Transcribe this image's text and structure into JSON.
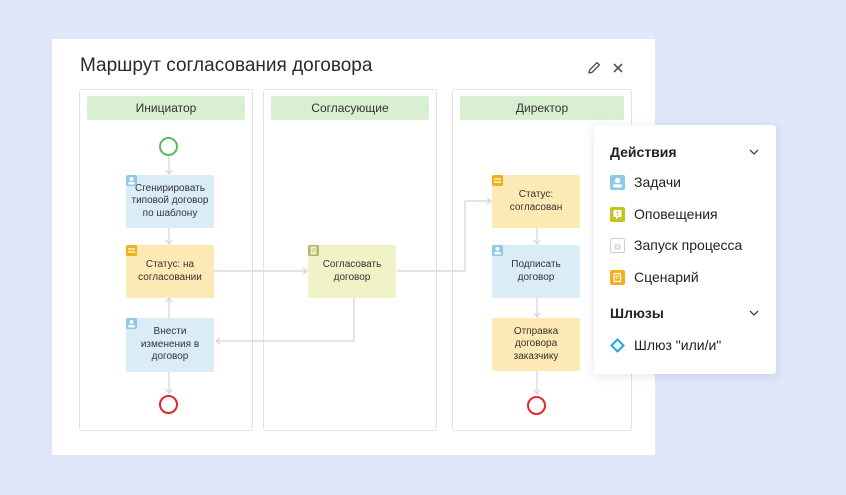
{
  "card": {
    "title": "Маршрут согласования договора",
    "edit_icon": "pencil-icon",
    "close_icon": "close-icon"
  },
  "lanes": [
    {
      "label": "Инициатор"
    },
    {
      "label": "Согласующие"
    },
    {
      "label": "Директор"
    }
  ],
  "nodes": {
    "generate": {
      "text": "Сгенирировать типовой договор по шаблону",
      "icon": "user-icon",
      "type": "task"
    },
    "status_pending": {
      "text": "Статус: на согласовании",
      "icon": "status-icon",
      "type": "status"
    },
    "make_changes": {
      "text": "Внести изменения в договор",
      "icon": "user-icon",
      "type": "task"
    },
    "approve": {
      "text": "Согласовать договор",
      "icon": "document-icon",
      "type": "approval"
    },
    "status_approved": {
      "text": "Статус: согласован",
      "icon": "status-icon",
      "type": "status"
    },
    "sign": {
      "text": "Подписать договор",
      "icon": "user-icon",
      "type": "task"
    },
    "send": {
      "text": "Отправка договора заказчику",
      "type": "status"
    }
  },
  "panel": {
    "actions_title": "Действия",
    "actions": [
      {
        "label": "Задачи",
        "icon": "user-task-icon",
        "color": "#8ec9e6"
      },
      {
        "label": "Оповещения",
        "icon": "notification-icon",
        "color": "#c3c41d"
      },
      {
        "label": "Запуск процесса",
        "icon": "process-launch-icon",
        "color": "#cccccc"
      },
      {
        "label": "Сценарий",
        "icon": "script-icon",
        "color": "#f2b01e"
      }
    ],
    "gateways_title": "Шлюзы",
    "gateways": [
      {
        "label": "Шлюз \"или/и\"",
        "icon": "gateway-diamond-icon",
        "color": "#1ea7e6"
      }
    ]
  },
  "colors": {
    "background": "#dfe7f9",
    "lane_header": "#d8efd2",
    "task": "#daedf7",
    "status": "#fde9b4",
    "approval": "#eff3c6",
    "start": "#5cba5e",
    "end": "#e0262e"
  }
}
